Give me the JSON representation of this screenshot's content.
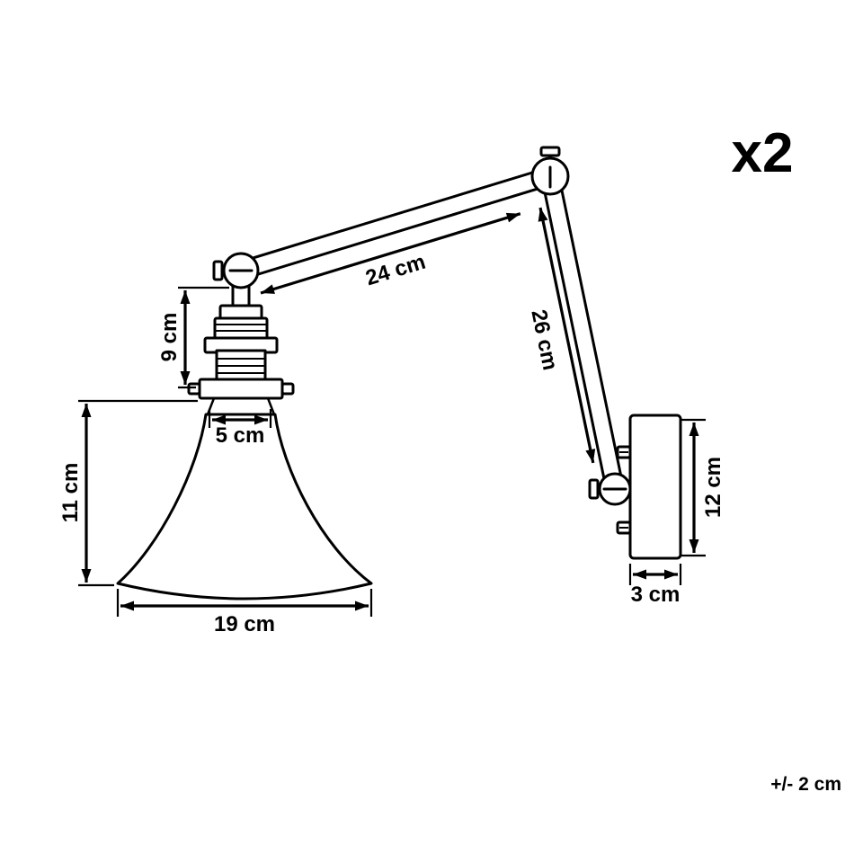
{
  "diagram": {
    "background": "#ffffff",
    "line_color": "#000000",
    "quantity_label": "x2",
    "tolerance_note": "+/- 2 cm",
    "dimensions": {
      "upper_arm_length": "24 cm",
      "lower_arm_length": "26 cm",
      "socket_height": "9 cm",
      "shade_top_width": "5 cm",
      "shade_height": "11 cm",
      "shade_width": "19 cm",
      "wall_plate_height": "12 cm",
      "wall_plate_depth": "3 cm"
    }
  }
}
